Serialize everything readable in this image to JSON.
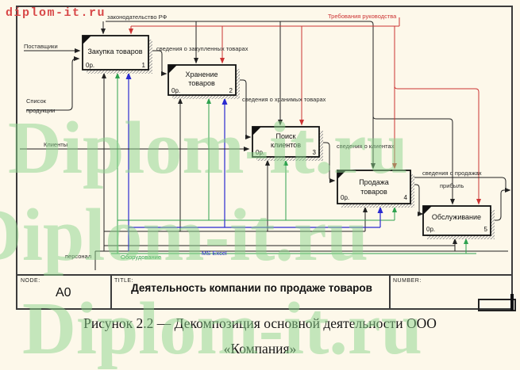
{
  "watermark": {
    "red": "diplom-it.ru",
    "green": "Diplom-it.ru"
  },
  "diagram": {
    "labels": {
      "zakon": "законодательство РФ",
      "trebovaniya": "Требования руководства",
      "postavshiki": "Поставщики",
      "spisok_line1": "Список",
      "spisok_line2": "продукции",
      "klienty": "Клиенты",
      "personal": "персонал",
      "oborudovanie": "Оборудование",
      "ms_excel": "MS Excel",
      "sv_zakup": "сведения о закупленных товарах",
      "sv_hran": "сведения о хранимых товарах",
      "sv_klient": "сведения о клиентах",
      "sv_prodazh": "сведения о продажах",
      "pribyl": "прибыль"
    },
    "boxes": {
      "b1": {
        "title": "Закупка товаров",
        "cost": "0р.",
        "num": "1"
      },
      "b2": {
        "title_line1": "Хранение",
        "title_line2": "товаров",
        "cost": "0р.",
        "num": "2"
      },
      "b3": {
        "title_line1": "Поиск",
        "title_line2": "клиентов",
        "cost": "0р.",
        "num": "3"
      },
      "b4": {
        "title_line1": "Продажа",
        "title_line2": "товаров",
        "cost": "0р.",
        "num": "4"
      },
      "b5": {
        "title": "Обслуживание",
        "cost": "0р.",
        "num": "5"
      }
    },
    "colors": {
      "control_red": "#cc3333",
      "mech_green": "#2fa24f",
      "mech_blue": "#2a2ad0",
      "line_black": "#222222"
    }
  },
  "titlebar": {
    "node_label": "NODE:",
    "node_value": "A0",
    "title_label": "TITLE:",
    "title_value": "Деятельность компании  по продаже товаров",
    "number_label": "NUMBER:"
  },
  "caption": {
    "line1": "Рисунок 2.2 —  Декомпозиция основной деятельности ООО",
    "line2": "«Компания»"
  }
}
